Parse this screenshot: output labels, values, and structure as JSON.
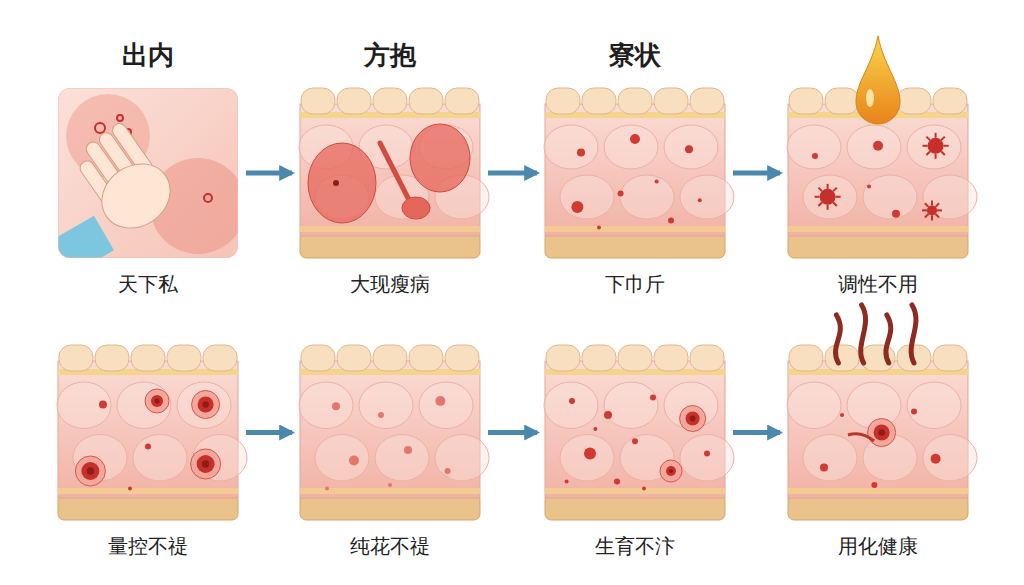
{
  "diagram": {
    "nodes": [
      {
        "text": [
          "出内",
          "天下私"
        ]
      },
      {
        "text": [
          "方抱",
          "大现瘦病"
        ]
      },
      {
        "text": [
          "寮状",
          "下巾斤"
        ]
      },
      {
        "text": [
          "调性不用"
        ]
      },
      {
        "text": [
          "量控不禔"
        ]
      },
      {
        "text": [
          "纯花不禔"
        ]
      },
      {
        "text": [
          "生育不汴"
        ]
      },
      {
        "text": [
          "用化健康"
        ]
      }
    ],
    "edges": [
      {
        "from": 0,
        "to": 1,
        "arrow": "to"
      },
      {
        "from": 1,
        "to": 2,
        "arrow": "to"
      },
      {
        "from": 2,
        "to": 3,
        "arrow": "to"
      },
      {
        "from": 4,
        "to": 5,
        "arrow": "to"
      },
      {
        "from": 5,
        "to": 6,
        "arrow": "to"
      },
      {
        "from": 6,
        "to": 7,
        "arrow": "to"
      }
    ]
  }
}
